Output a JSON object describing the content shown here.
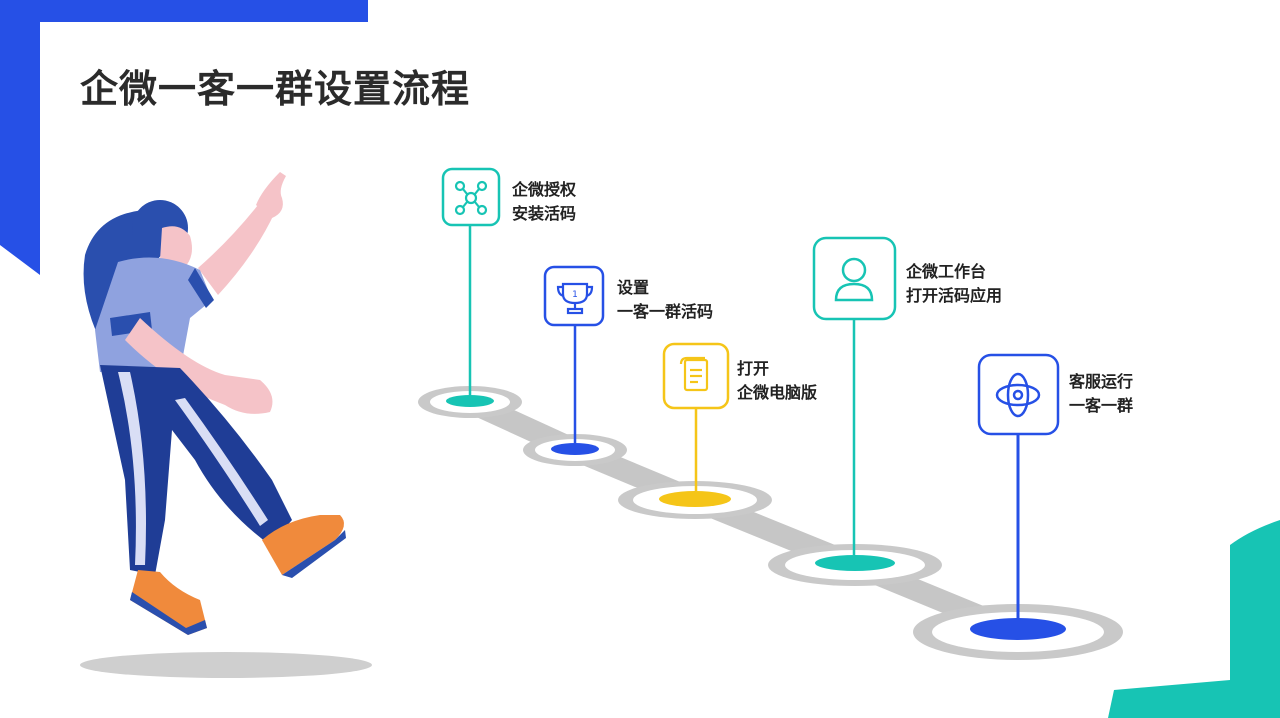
{
  "title": "企微一客一群设置流程",
  "colors": {
    "blue": "#2650e6",
    "teal": "#17c4b4",
    "yellow": "#f5c518",
    "gray": "#c6c6c6"
  },
  "steps": [
    {
      "line1": "企微授权",
      "line2": "安装活码",
      "icon": "network-icon",
      "color": "teal"
    },
    {
      "line1": "设置",
      "line2": "一客一群活码",
      "icon": "trophy-icon",
      "color": "blue"
    },
    {
      "line1": "打开",
      "line2": "企微电脑版",
      "icon": "document-scroll-icon",
      "color": "yellow"
    },
    {
      "line1": "企微工作台",
      "line2": "打开活码应用",
      "icon": "user-icon",
      "color": "teal"
    },
    {
      "line1": "客服运行",
      "line2": "一客一群",
      "icon": "orbit-icon",
      "color": "blue"
    }
  ]
}
